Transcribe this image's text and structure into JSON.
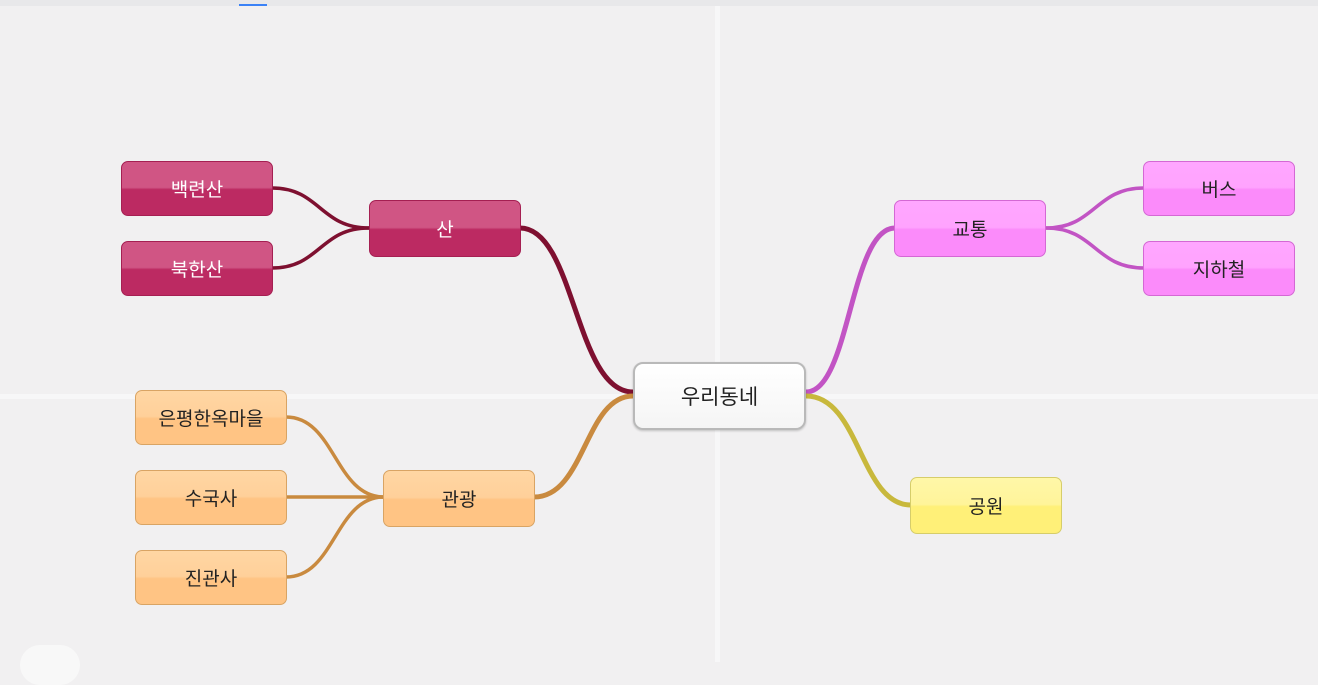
{
  "mindmap": {
    "center": "우리동네",
    "branches": {
      "mountain": {
        "label": "산",
        "children": [
          "백련산",
          "북한산"
        ],
        "color": "#bc2a62",
        "line": "#7e1030"
      },
      "tour": {
        "label": "관광",
        "children": [
          "은평한옥마을",
          "수국사",
          "진관사"
        ],
        "color": "#ffc484",
        "line": "#c98a3f"
      },
      "traffic": {
        "label": "교통",
        "children": [
          "버스",
          "지하철"
        ],
        "color": "#fb8bfa",
        "line": "#c254c4"
      },
      "park": {
        "label": "공원",
        "children": [],
        "color": "#fff078",
        "line": "#c8b83c"
      }
    }
  }
}
